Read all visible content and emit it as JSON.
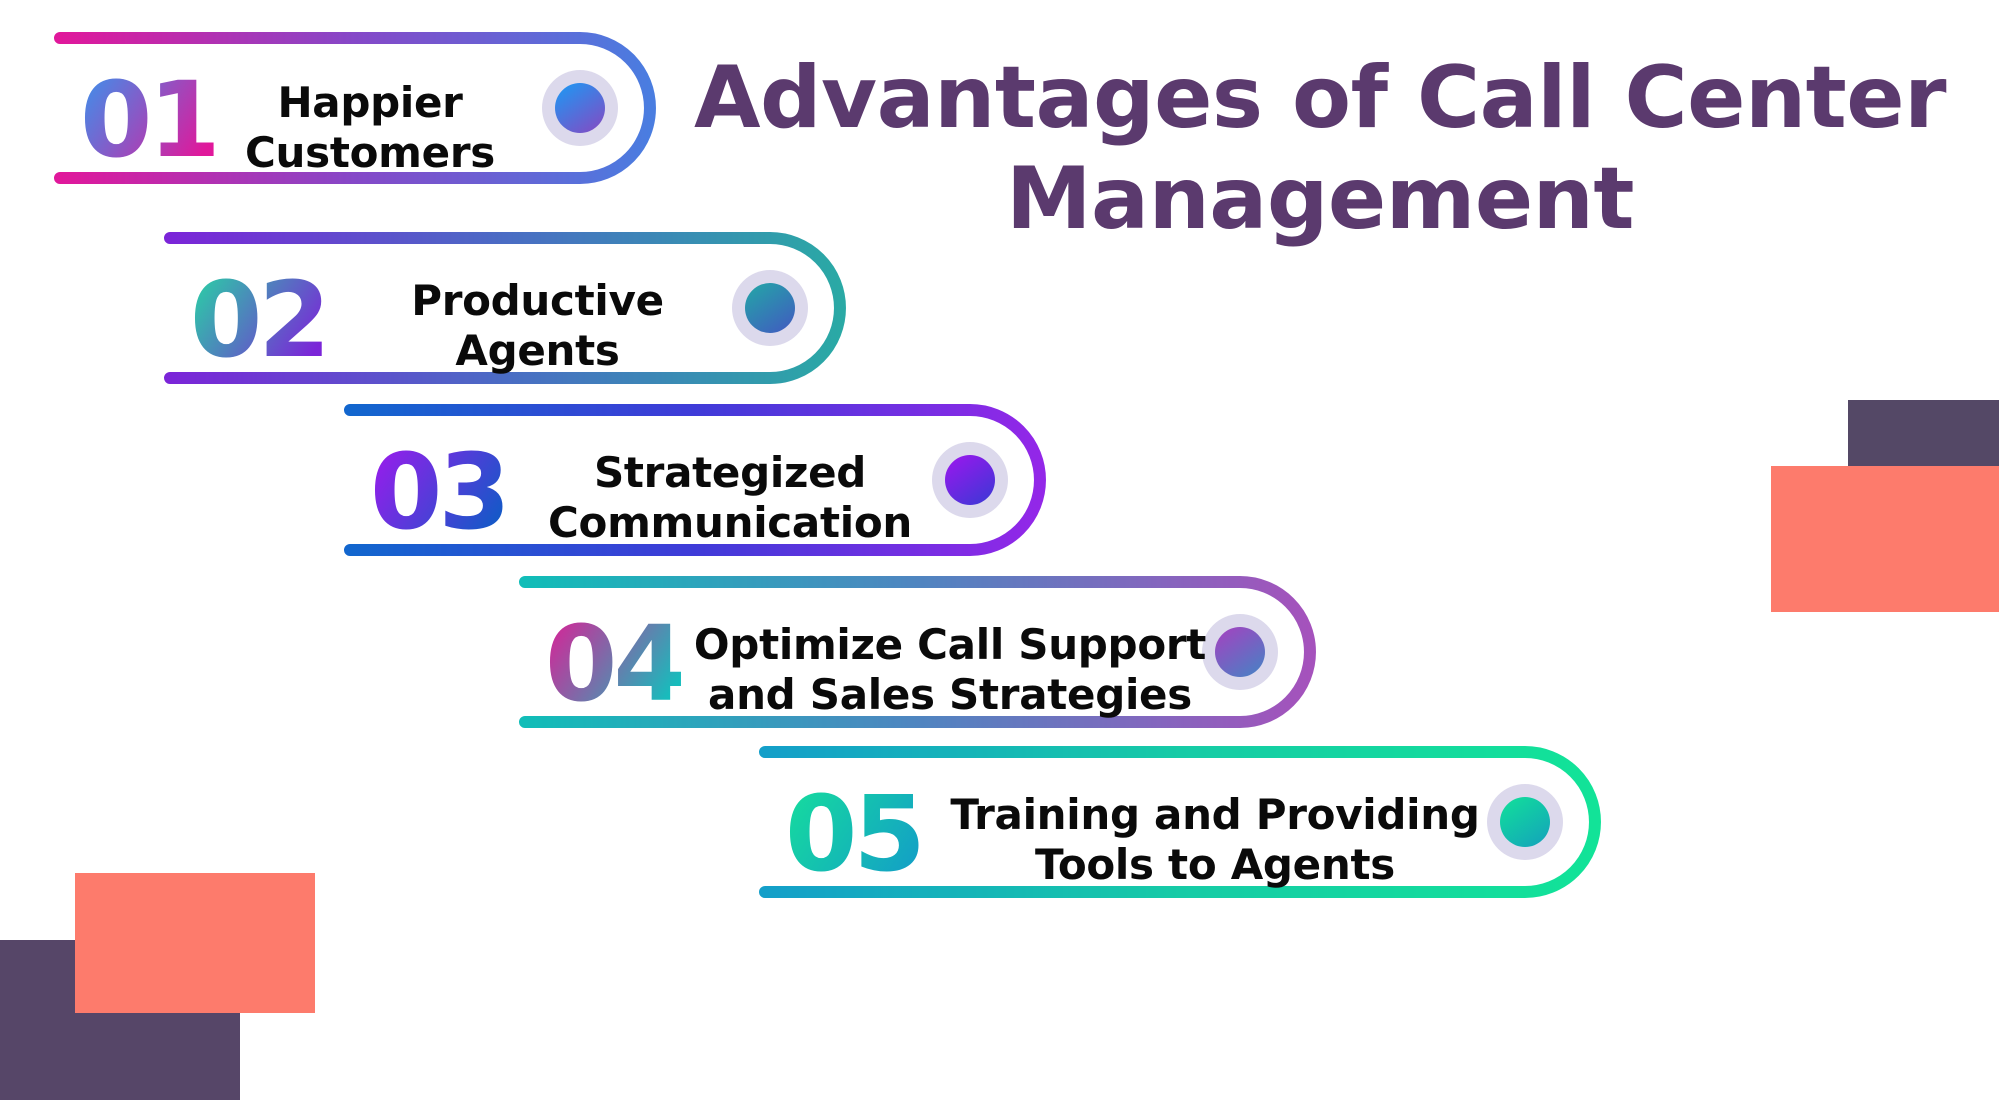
{
  "title": {
    "text": "Advantages of Call Center\nManagement",
    "color": "#5B3A6E"
  },
  "background_color": "#FFFFFF",
  "decorations": [
    {
      "name": "top-right-purple-rect",
      "color": "#544866"
    },
    {
      "name": "top-right-coral-rect",
      "color": "#FD7B6C"
    },
    {
      "name": "bottom-left-purple-rect",
      "color": "#564668"
    },
    {
      "name": "bottom-left-coral-rect",
      "color": "#FD7B6C"
    }
  ],
  "items": [
    {
      "number": "01",
      "label": "Happier\nCustomers",
      "number_gradient": [
        "#2F9BF2",
        "#E0189B"
      ],
      "track_gradient": [
        "#E0189B",
        "#8548C8",
        "#4A7DE0"
      ],
      "dot_gradient": [
        "#199BF5",
        "#7A52C8"
      ],
      "dot_ring_color": "#DCD9EC"
    },
    {
      "number": "02",
      "label": "Productive\nAgents",
      "number_gradient": [
        "#21E1A0",
        "#7B25D8"
      ],
      "track_gradient": [
        "#7B25D8",
        "#4A6CC4",
        "#2AA9A5"
      ],
      "dot_gradient": [
        "#22A8A6",
        "#3E62BE"
      ],
      "dot_ring_color": "#DCD9EC"
    },
    {
      "number": "03",
      "label": "Strategized\nCommunication",
      "number_gradient": [
        "#A815F0",
        "#1658C8"
      ],
      "track_gradient": [
        "#1266CE",
        "#3F3BD8",
        "#9327E8"
      ],
      "dot_gradient": [
        "#9E16EE",
        "#4535D8"
      ],
      "dot_ring_color": "#DCD9EC"
    },
    {
      "number": "04",
      "label": "Optimize Call Support\nand Sales Strategies",
      "number_gradient": [
        "#EB1393",
        "#17BCBC"
      ],
      "track_gradient": [
        "#11BDB8",
        "#4F85C0",
        "#A552BC"
      ],
      "dot_gradient": [
        "#A740C0",
        "#4F7CC4"
      ],
      "dot_ring_color": "#DCD9EC"
    },
    {
      "number": "05",
      "label": "Training and Providing\nTools to Agents",
      "number_gradient": [
        "#16E19A",
        "#13A3C4"
      ],
      "track_gradient": [
        "#149FC9",
        "#16CBA6",
        "#12E398"
      ],
      "dot_gradient": [
        "#12E199",
        "#13A9B8"
      ],
      "dot_ring_color": "#DCD9EC"
    }
  ]
}
